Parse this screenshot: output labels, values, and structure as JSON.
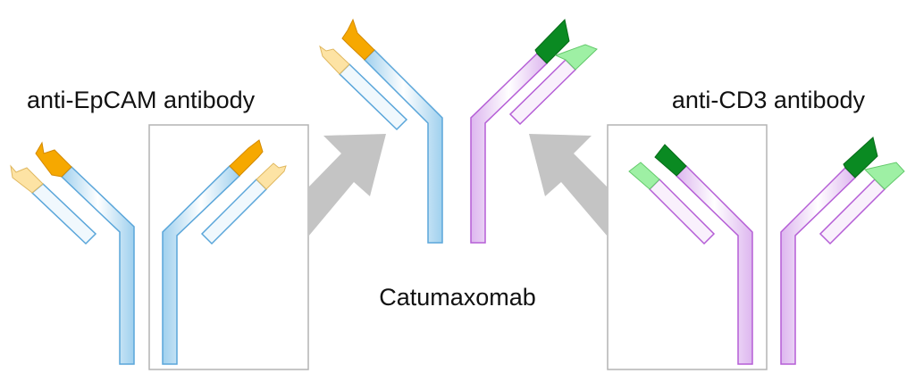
{
  "labels": {
    "left": "anti-EpCAM antibody",
    "center": "Catumaxomab",
    "right": "anti-CD3 antibody"
  },
  "colors": {
    "epcam_heavy_stroke": "#5aa6da",
    "epcam_heavy_fill": "#dcf0fa",
    "epcam_light_stroke": "#5aa6da",
    "epcam_light_fill": "#f0f8fd",
    "epcam_heavy_variable": "#f6a800",
    "epcam_light_variable": "#fde3a4",
    "cd3_heavy_stroke": "#b55ed6",
    "cd3_heavy_fill": "#f0dcf8",
    "cd3_light_stroke": "#b55ed6",
    "cd3_light_fill": "#f9f0fc",
    "cd3_heavy_variable": "#0a8a22",
    "cd3_light_variable": "#9ef0a4",
    "box_stroke": "#b4b4b4",
    "arrow_fill": "#c4c4c4"
  }
}
